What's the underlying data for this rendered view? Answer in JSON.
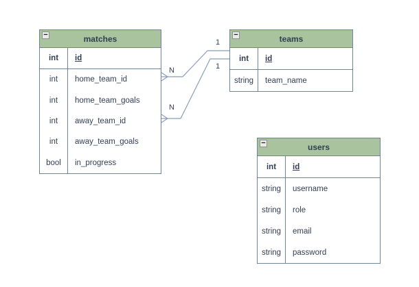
{
  "diagram": {
    "colors": {
      "header_bg": "#a8c39e",
      "table_border": "#6e8499",
      "text": "#323e52",
      "connector": "#8a9eb8",
      "canvas_bg": "#ffffff"
    },
    "tables": [
      {
        "title": "matches",
        "collapse_symbol": "−",
        "columns": [
          {
            "type": "int",
            "name": "id",
            "primary_key": true
          },
          {
            "type": "int",
            "name": "home_team_id"
          },
          {
            "type": "int",
            "name": "home_team_goals"
          },
          {
            "type": "int",
            "name": "away_team_id"
          },
          {
            "type": "int",
            "name": "away_team_goals"
          },
          {
            "type": "bool",
            "name": "in_progress"
          }
        ]
      },
      {
        "title": "teams",
        "collapse_symbol": "−",
        "columns": [
          {
            "type": "int",
            "name": "id",
            "primary_key": true
          },
          {
            "type": "string",
            "name": "team_name"
          }
        ]
      },
      {
        "title": "users",
        "collapse_symbol": "−",
        "columns": [
          {
            "type": "int",
            "name": "id",
            "primary_key": true
          },
          {
            "type": "string",
            "name": "username"
          },
          {
            "type": "string",
            "name": "role"
          },
          {
            "type": "string",
            "name": "email"
          },
          {
            "type": "string",
            "name": "password"
          }
        ]
      }
    ],
    "relationships": [
      {
        "from_table": "matches",
        "from_column": "home_team_id",
        "to_table": "teams",
        "to_column": "id",
        "from_cardinality": "N",
        "to_cardinality": "1"
      },
      {
        "from_table": "matches",
        "from_column": "away_team_id",
        "to_table": "teams",
        "to_column": "id",
        "from_cardinality": "N",
        "to_cardinality": "1"
      }
    ]
  }
}
